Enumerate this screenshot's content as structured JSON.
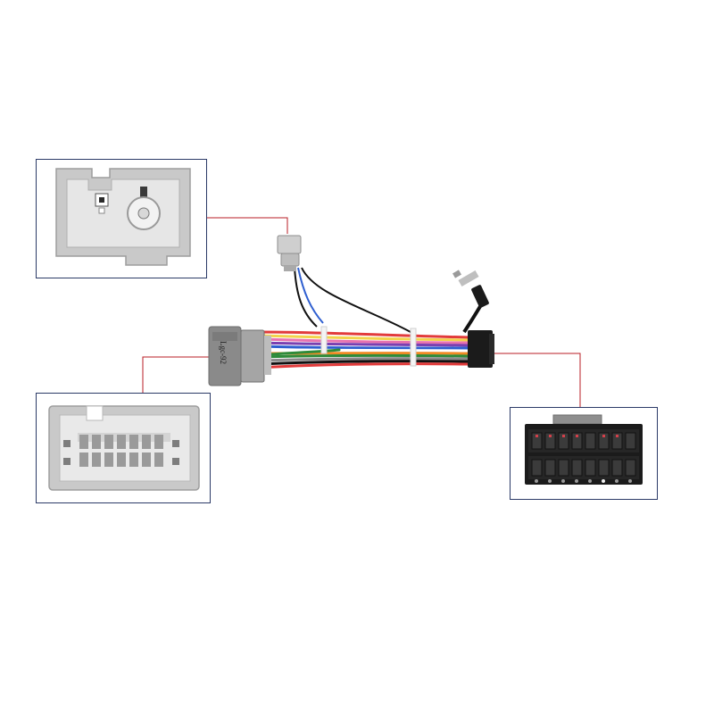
{
  "product": {
    "plug_label": "Lgc-92"
  },
  "colors": {
    "frame_border": "#2b3a67",
    "leader_line": "#b81e24",
    "housing_gray": "#c6c6c6",
    "housing_dark_gray": "#8e8e8e",
    "iso_connector_black": "#1b1b1b",
    "wire_colors": [
      "#e23b3b",
      "#f2d34b",
      "#2e8b3a",
      "#2f5fd0",
      "#7a3fb0",
      "#111111",
      "#ffffff",
      "#f08a24",
      "#8a8a8a",
      "#e872b0"
    ]
  },
  "callouts": [
    {
      "name": "small-2pin-connector",
      "target": "top-left-frame"
    },
    {
      "name": "vehicle-harness-connector",
      "target": "bottom-left-frame"
    },
    {
      "name": "iso-16pin-connector",
      "target": "bottom-right-frame"
    }
  ]
}
